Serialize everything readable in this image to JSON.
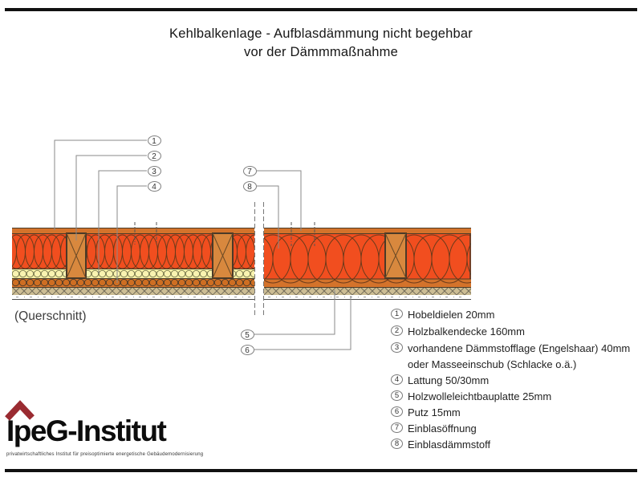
{
  "page": {
    "title_line1": "Kehlbalkenlage - Aufblasdämmung nicht begehbar",
    "title_line2": "vor der Dämmmaßnahme",
    "section_label": "(Querschnitt)"
  },
  "markers": [
    "1",
    "2",
    "3",
    "4",
    "7",
    "8",
    "5",
    "6"
  ],
  "legend": {
    "items": [
      {
        "num": "1",
        "text": "Hobeldielen 20mm"
      },
      {
        "num": "2",
        "text": "Holzbalkendecke 160mm"
      },
      {
        "num": "3",
        "text": "vorhandene Dämmstofflage (Engelshaar) 40mm",
        "text2": "oder Masseeinschub (Schlacke o.ä.)"
      },
      {
        "num": "4",
        "text": "Lattung 50/30mm"
      },
      {
        "num": "5",
        "text": "Holzwolleleichtbauplatte 25mm"
      },
      {
        "num": "6",
        "text": "Putz 15mm"
      },
      {
        "num": "7",
        "text": "Einblasöffnung"
      },
      {
        "num": "8",
        "text": "Einblasdämmstoff"
      }
    ]
  },
  "logo": {
    "name": "IpeG-Institut",
    "tagline": "privatwirtschaftliches Institut für preisoptimierte energetische Gebäudemodernisierung"
  },
  "colors": {
    "bar": "#111111",
    "red": "#F14E1F",
    "strip": "#D4732B",
    "beam": "#D8883E",
    "yellow": "#F5F0A5",
    "tan": "#CCBD94",
    "outline": "#4a3a28",
    "leader": "#8a8a8a",
    "accent": "#9A2B31"
  }
}
